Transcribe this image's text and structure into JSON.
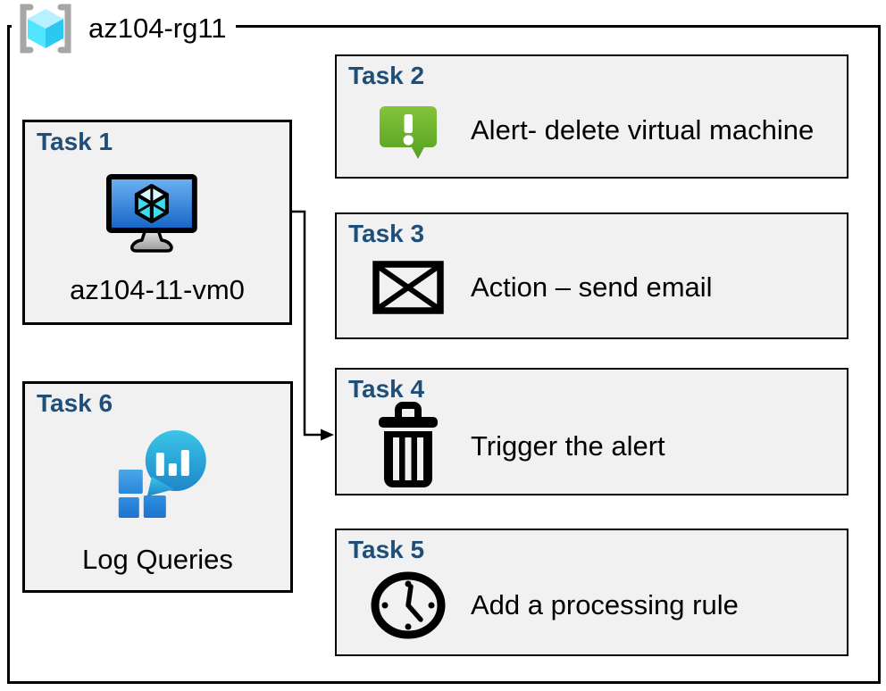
{
  "group": {
    "title": "az104-rg11",
    "icon": "resource-group-icon"
  },
  "tasks": [
    {
      "title": "Task 1",
      "label": "az104-11-vm0",
      "icon": "virtual-machine-icon"
    },
    {
      "title": "Task 2",
      "label": "Alert- delete virtual machine",
      "icon": "alert-icon"
    },
    {
      "title": "Task 3",
      "label": "Action – send email",
      "icon": "email-icon"
    },
    {
      "title": "Task 4",
      "label": "Trigger the alert",
      "icon": "trash-icon"
    },
    {
      "title": "Task 5",
      "label": "Add a processing rule",
      "icon": "clock-icon"
    },
    {
      "title": "Task 6",
      "label": "Log Queries",
      "icon": "log-queries-icon"
    }
  ],
  "connector": {
    "from": "Task 1",
    "to": "Task 4"
  },
  "colors": {
    "task_title": "#1F4E79",
    "box_fill": "#F1F1F1",
    "box_border": "#000000",
    "alert_green_top": "#85C43C",
    "alert_green_bottom": "#55A01F",
    "vm_screen_top": "#5AA7EE",
    "vm_screen_bottom": "#1B6AC9",
    "vm_cube_cyan": "#3FD9F0",
    "log_bubble_top": "#3BC5E8",
    "log_bubble_bottom": "#1E86C9",
    "log_square_blue": "#2A86DA",
    "rg_cube_top": "#B9F0FF",
    "rg_cube_left": "#50E6FF",
    "rg_cube_right": "#2BC8F0",
    "rg_bracket_gray": "#A6A6A6"
  }
}
